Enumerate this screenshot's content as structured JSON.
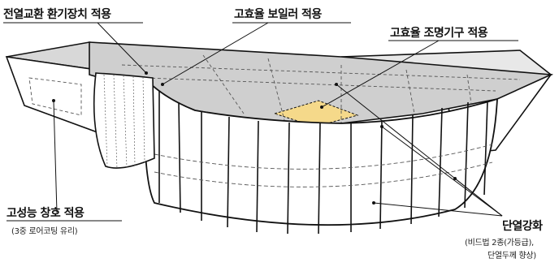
{
  "labels": {
    "heat_recovery": "전열교환 환기장치 적용",
    "boiler": "고효율 보일러 적용",
    "lighting": "고효율 조명기구 적용",
    "windows": "고성능 창호 적용",
    "windows_sub": "(3중 로어코팅 유리)",
    "insulation": "단열강화",
    "insulation_sub1": "(비드법 2종(가등급),",
    "insulation_sub2": "단열두께 향상)"
  },
  "colors": {
    "roof_fill": "#d4d4d4",
    "wall_fill": "#ffffff",
    "outline": "#111111",
    "lighting_highlight": "#f5d98a"
  }
}
